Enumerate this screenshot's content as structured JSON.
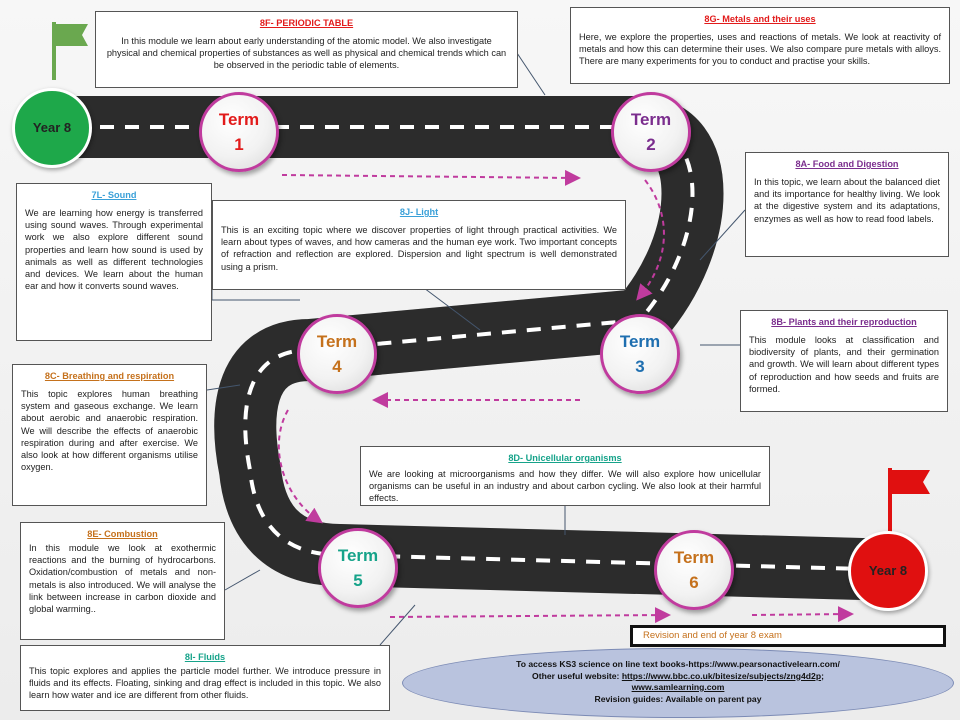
{
  "year_start": "Year 8",
  "year_end": "Year 8",
  "terms": [
    {
      "label": "Term",
      "num": "1",
      "color": "#e21b1b"
    },
    {
      "label": "Term",
      "num": "2",
      "color": "#7b2e8e"
    },
    {
      "label": "Term",
      "num": "3",
      "color": "#1f6fb0"
    },
    {
      "label": "Term",
      "num": "4",
      "color": "#c5711c"
    },
    {
      "label": "Term",
      "num": "5",
      "color": "#16a38a"
    },
    {
      "label": "Term",
      "num": "6",
      "color": "#c5711c"
    }
  ],
  "topics": {
    "8F": {
      "title": "8F- PERIODIC TABLE",
      "title_color": "#e21b1b",
      "text": "In this module we learn about early understanding of the atomic model. We also investigate physical and chemical properties of substances as well as physical and chemical trends which can be observed in the periodic table of elements."
    },
    "8G": {
      "title": "8G- Metals and their uses",
      "title_color": "#e21b1b",
      "text": "Here, we explore the properties, uses and reactions of metals. We look at reactivity of metals and how this can determine their uses. We also compare pure metals with alloys. There are many experiments for you to conduct and practise your skills."
    },
    "8A": {
      "title": "8A- Food and Digestion",
      "title_color": "#7b2e8e",
      "text": "In this topic, we learn about the balanced diet and its importance for healthy living. We look at the digestive system and its adaptations, enzymes as well as how to read food labels."
    },
    "7L": {
      "title": "7L- Sound",
      "title_color": "#3aa0d8",
      "text": "We are learning how energy is transferred using sound waves. Through experimental work we also explore different sound properties and learn how sound is used by animals as well as different technologies and devices. We learn about the human ear and how it converts sound waves."
    },
    "8J": {
      "title": "8J- Light",
      "title_color": "#3aa0d8",
      "text": "This is an exciting topic where we discover properties of light through practical activities. We learn about types of waves, and how cameras and the human eye work. Two important concepts of refraction and reflection are explored. Dispersion and light spectrum is well demonstrated using a prism."
    },
    "8B": {
      "title": "8B- Plants and their reproduction",
      "title_color": "#7b2e8e",
      "text": "This module looks at classification and biodiversity of plants, and their germination and growth. We will learn about different types of reproduction and how seeds and fruits are formed."
    },
    "8C": {
      "title": "8C- Breathing and respiration",
      "title_color": "#c5711c",
      "text": "This topic explores human breathing system and gaseous exchange. We learn about aerobic and anaerobic respiration. We will describe the effects of anaerobic respiration during and after exercise. We also look at how different organisms utilise oxygen."
    },
    "8D": {
      "title": "8D- Unicellular organisms",
      "title_color": "#16a38a",
      "text": "We are looking at microorganisms and how they differ. We will also explore how unicellular organisms can be useful in an industry and about carbon cycling. We also look at their harmful effects."
    },
    "8E": {
      "title": "8E- Combustion",
      "title_color": "#c5711c",
      "text": "In this module we look at exothermic reactions and the burning of hydrocarbons. Oxidation/combustion of metals and non-metals is also introduced. We will analyse the link between increase in carbon dioxide and global warming.."
    },
    "8I": {
      "title": "8I- Fluids",
      "title_color": "#16a38a",
      "text": "This topic explores and applies the particle model further. We introduce pressure in fluids and its effects. Floating, sinking and drag effect is included in this topic. We also learn how water and ice are different from other fluids."
    }
  },
  "revision_note": "Revision and end of year 8 exam",
  "resources": {
    "line1": "To access KS3 science on line text books-https://www.pearsonactivelearn.com/",
    "line2_prefix": "Other useful website: ",
    "line2_link": "https://www.bbc.co.uk/bitesize/subjects/zng4d2p",
    "line2_suffix": ";",
    "line3": "www.samlearning.com",
    "line4": "Revision guides: Available on parent pay"
  },
  "colors": {
    "road": "#2f2f2f",
    "dash": "#ffffff",
    "arrow": "#c03b9e",
    "start": "#1ea84a",
    "end": "#e01010",
    "flag_start": "#6aa84f",
    "flag_end": "#e01010",
    "resource_bg": "#b9c3de"
  }
}
